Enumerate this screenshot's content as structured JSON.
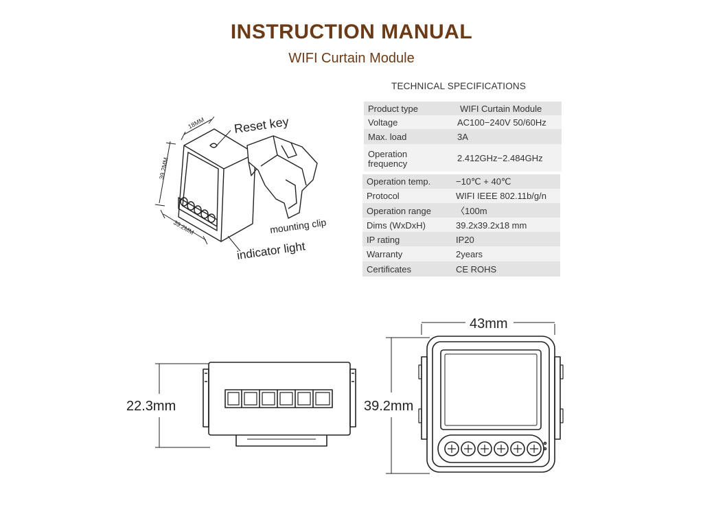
{
  "header": {
    "title": "INSTRUCTION MANUAL",
    "subtitle": "WIFI Curtain Module",
    "title_color": "#6b3a17",
    "subtitle_color": "#6b3a17"
  },
  "specs": {
    "heading": "TECHNICAL SPECIFICATIONS",
    "rows": [
      {
        "label": "Product type",
        "value": "WIFI Curtain Module"
      },
      {
        "label": "Voltage",
        "value": "AC100−240V 50/60Hz"
      },
      {
        "label": "Max. load",
        "value": "3A"
      },
      {
        "label": "Operation frequency",
        "value": "2.412GHz−2.484GHz"
      },
      {
        "label": "Operation temp.",
        "value": "−10℃ + 40℃"
      },
      {
        "label": "Protocol",
        "value": "WIFI  IEEE 802.11b/g/n"
      },
      {
        "label": "Operation range",
        "value": "〈100m"
      },
      {
        "label": "Dims (WxDxH)",
        "value": "39.2x39.2x18 mm"
      },
      {
        "label": "IP rating",
        "value": "IP20"
      },
      {
        "label": "Warranty",
        "value": "2years"
      },
      {
        "label": "Certificates",
        "value": "CE ROHS"
      }
    ]
  },
  "iso_diagram": {
    "dim_top": "18MM",
    "dim_left": "39.2MM",
    "dim_bottom": "39.2MM",
    "reset_key": "Reset key",
    "mounting_clip": "mounting clip",
    "indicator_light": "indicator light"
  },
  "side_diagram": {
    "height_label": "22.3mm"
  },
  "front_diagram": {
    "width_label": "43mm",
    "height_label": "39.2mm"
  }
}
